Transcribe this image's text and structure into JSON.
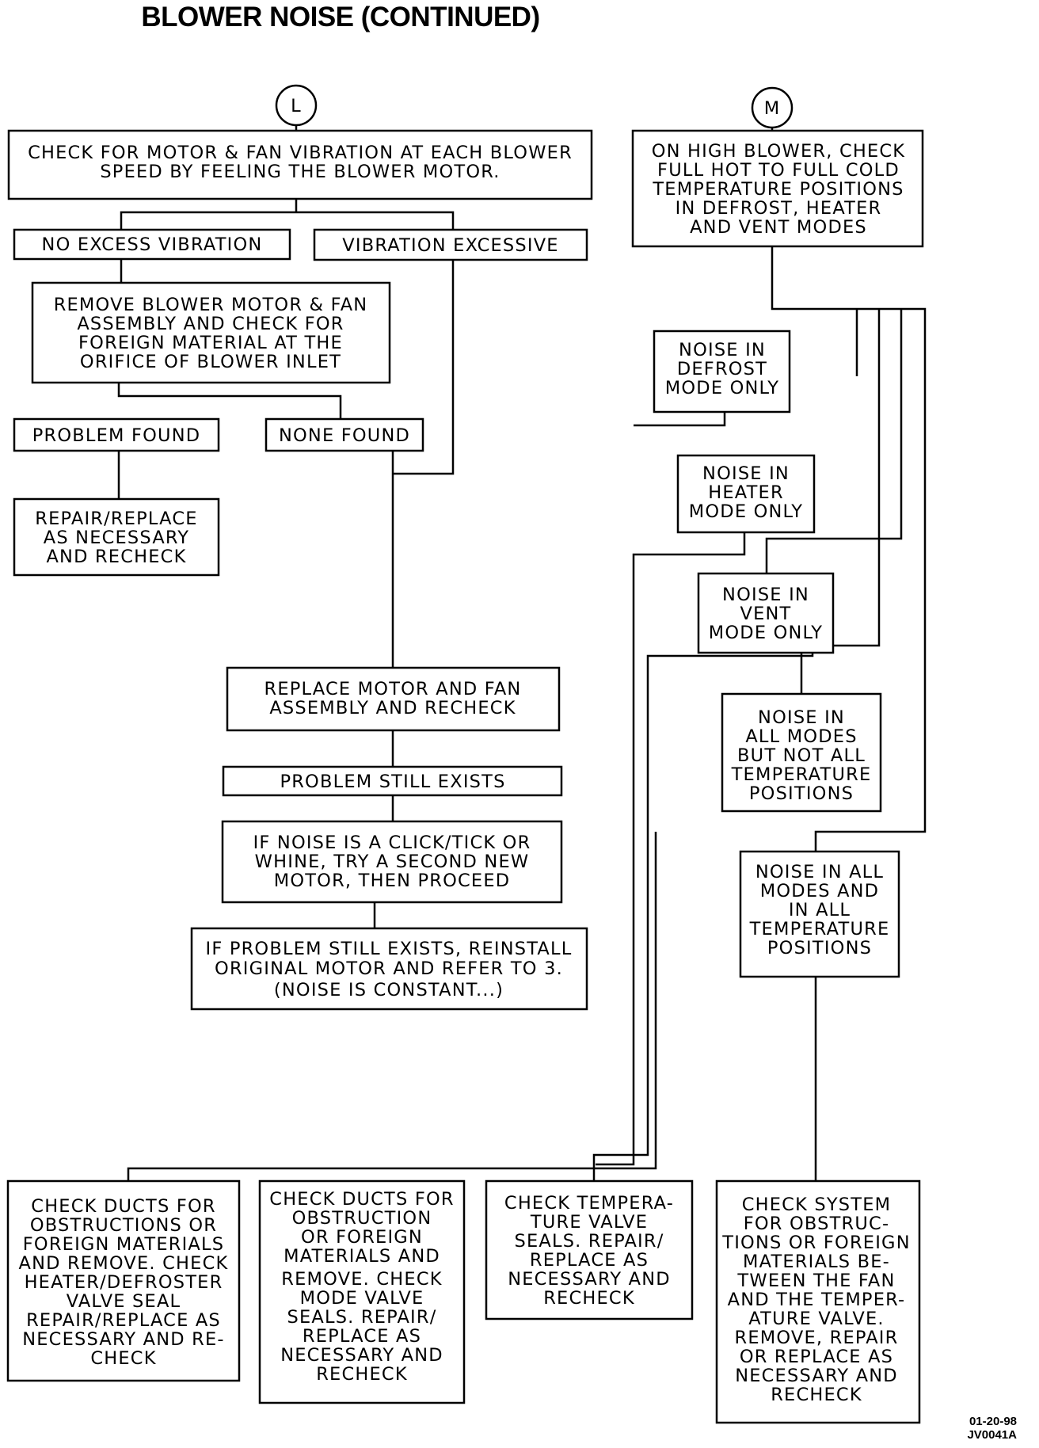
{
  "title": "BLOWER NOISE (CONTINUED)",
  "stamp": {
    "date": "01-20-98",
    "code": "JV0041A"
  },
  "connectors": {
    "left": "L",
    "right": "M"
  },
  "boxes": {
    "check_vibration": [
      "CHECK FOR MOTOR & FAN VIBRATION AT EACH BLOWER",
      "SPEED BY FEELING THE BLOWER MOTOR."
    ],
    "no_excess_vibration": [
      "NO EXCESS VIBRATION"
    ],
    "vibration_excessive": [
      "VIBRATION EXCESSIVE"
    ],
    "remove_blower_motor": [
      "REMOVE BLOWER MOTOR & FAN",
      "ASSEMBLY AND CHECK FOR",
      "FOREIGN MATERIAL AT THE",
      "ORIFICE OF BLOWER INLET"
    ],
    "problem_found": [
      "PROBLEM FOUND"
    ],
    "none_found": [
      "NONE FOUND"
    ],
    "repair_replace_recheck": [
      "REPAIR/REPLACE",
      "AS NECESSARY",
      "AND RECHECK"
    ],
    "replace_motor_fan": [
      "REPLACE MOTOR AND FAN",
      "ASSEMBLY AND RECHECK"
    ],
    "problem_still_exists": [
      "PROBLEM STILL EXISTS"
    ],
    "if_noise_click": [
      "IF NOISE IS A CLICK/TICK OR",
      "WHINE, TRY A SECOND NEW",
      "MOTOR, THEN PROCEED"
    ],
    "reinstall_original": [
      "IF PROBLEM STILL EXISTS, REINSTALL",
      "ORIGINAL MOTOR AND REFER TO  3.",
      "(NOISE IS CONSTANT...)"
    ],
    "on_high_blower": [
      "ON HIGH BLOWER, CHECK",
      "FULL HOT TO FULL COLD",
      "TEMPERATURE POSITIONS",
      "IN DEFROST, HEATER",
      "AND VENT MODES"
    ],
    "noise_defrost": [
      "NOISE IN",
      "DEFROST",
      "MODE ONLY"
    ],
    "noise_heater": [
      "NOISE IN",
      "HEATER",
      "MODE ONLY"
    ],
    "noise_vent": [
      "NOISE IN",
      "VENT",
      "MODE ONLY"
    ],
    "noise_all_modes_not_all_temp": [
      "NOISE IN",
      "ALL MODES",
      "BUT NOT ALL",
      "TEMPERATURE",
      "POSITIONS"
    ],
    "noise_all_modes_all_temp": [
      "NOISE IN ALL",
      "MODES AND",
      "IN ALL",
      "TEMPERATURE",
      "POSITIONS"
    ],
    "check_ducts_heater": [
      "CHECK DUCTS FOR",
      "OBSTRUCTIONS OR",
      "FOREIGN MATERIALS",
      "AND REMOVE. CHECK",
      "HEATER/DEFROSTER",
      "VALVE SEAL",
      "REPAIR/REPLACE AS",
      "NECESSARY AND RE-",
      "CHECK"
    ],
    "check_ducts_mode": [
      "CHECK DUCTS FOR",
      "OBSTRUCTION",
      "OR FOREIGN",
      "MATERIALS AND",
      "REMOVE. CHECK",
      "MODE VALVE",
      "SEALS. REPAIR/",
      "REPLACE AS",
      "NECESSARY AND",
      "RECHECK"
    ],
    "check_temp_valve": [
      "CHECK TEMPERA-",
      "TURE VALVE",
      "SEALS. REPAIR/",
      "REPLACE AS",
      "NECESSARY AND",
      "RECHECK"
    ],
    "check_system": [
      "CHECK SYSTEM",
      "FOR OBSTRUC-",
      "TIONS OR FOREIGN",
      "MATERIALS BE-",
      "TWEEN THE FAN",
      "AND THE TEMPER-",
      "ATURE VALVE.",
      "REMOVE, REPAIR",
      "OR REPLACE AS",
      "NECESSARY AND",
      "RECHECK"
    ]
  }
}
